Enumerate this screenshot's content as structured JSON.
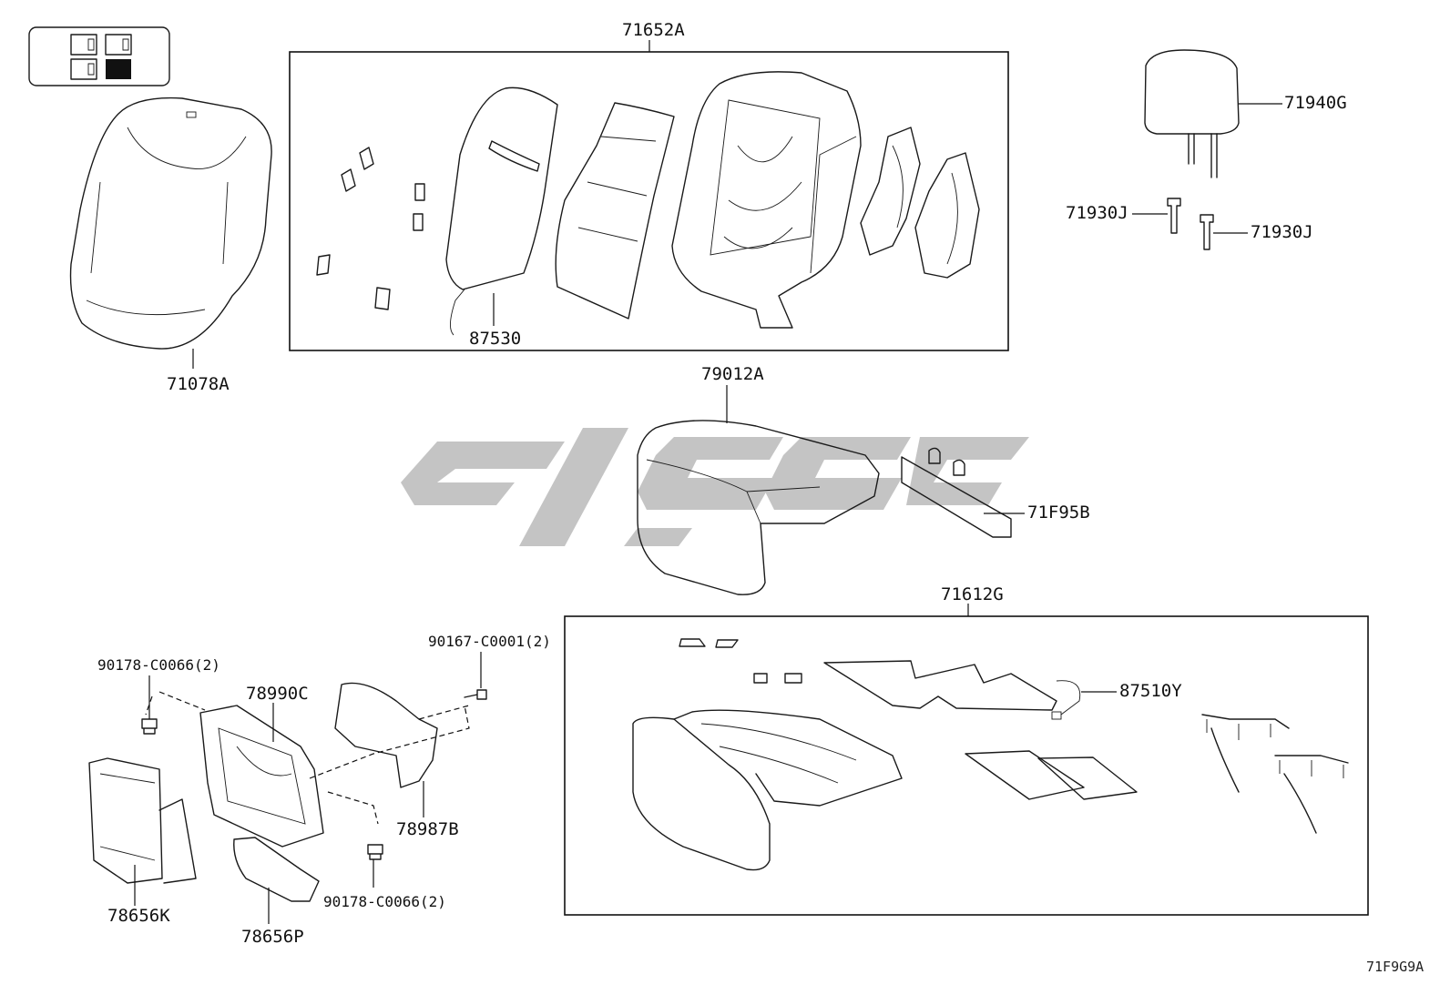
{
  "parts": {
    "p71652A": "71652A",
    "p71078A": "71078A",
    "p87530": "87530",
    "p71940G": "71940G",
    "p71930J_left": "71930J",
    "p71930J_right": "71930J",
    "p79012A": "79012A",
    "p71F95B": "71F95B",
    "p71612G": "71612G",
    "p87510Y": "87510Y",
    "p90167": "90167-C0001(2)",
    "p90178_top": "90178-C0066(2)",
    "p78990C": "78990C",
    "p78987B": "78987B",
    "p90178_bottom": "90178-C0066(2)",
    "p78656K": "78656K",
    "p78656P": "78656P"
  },
  "diagram_code": "71F9G9A",
  "watermark_color": "#c4c4c4"
}
